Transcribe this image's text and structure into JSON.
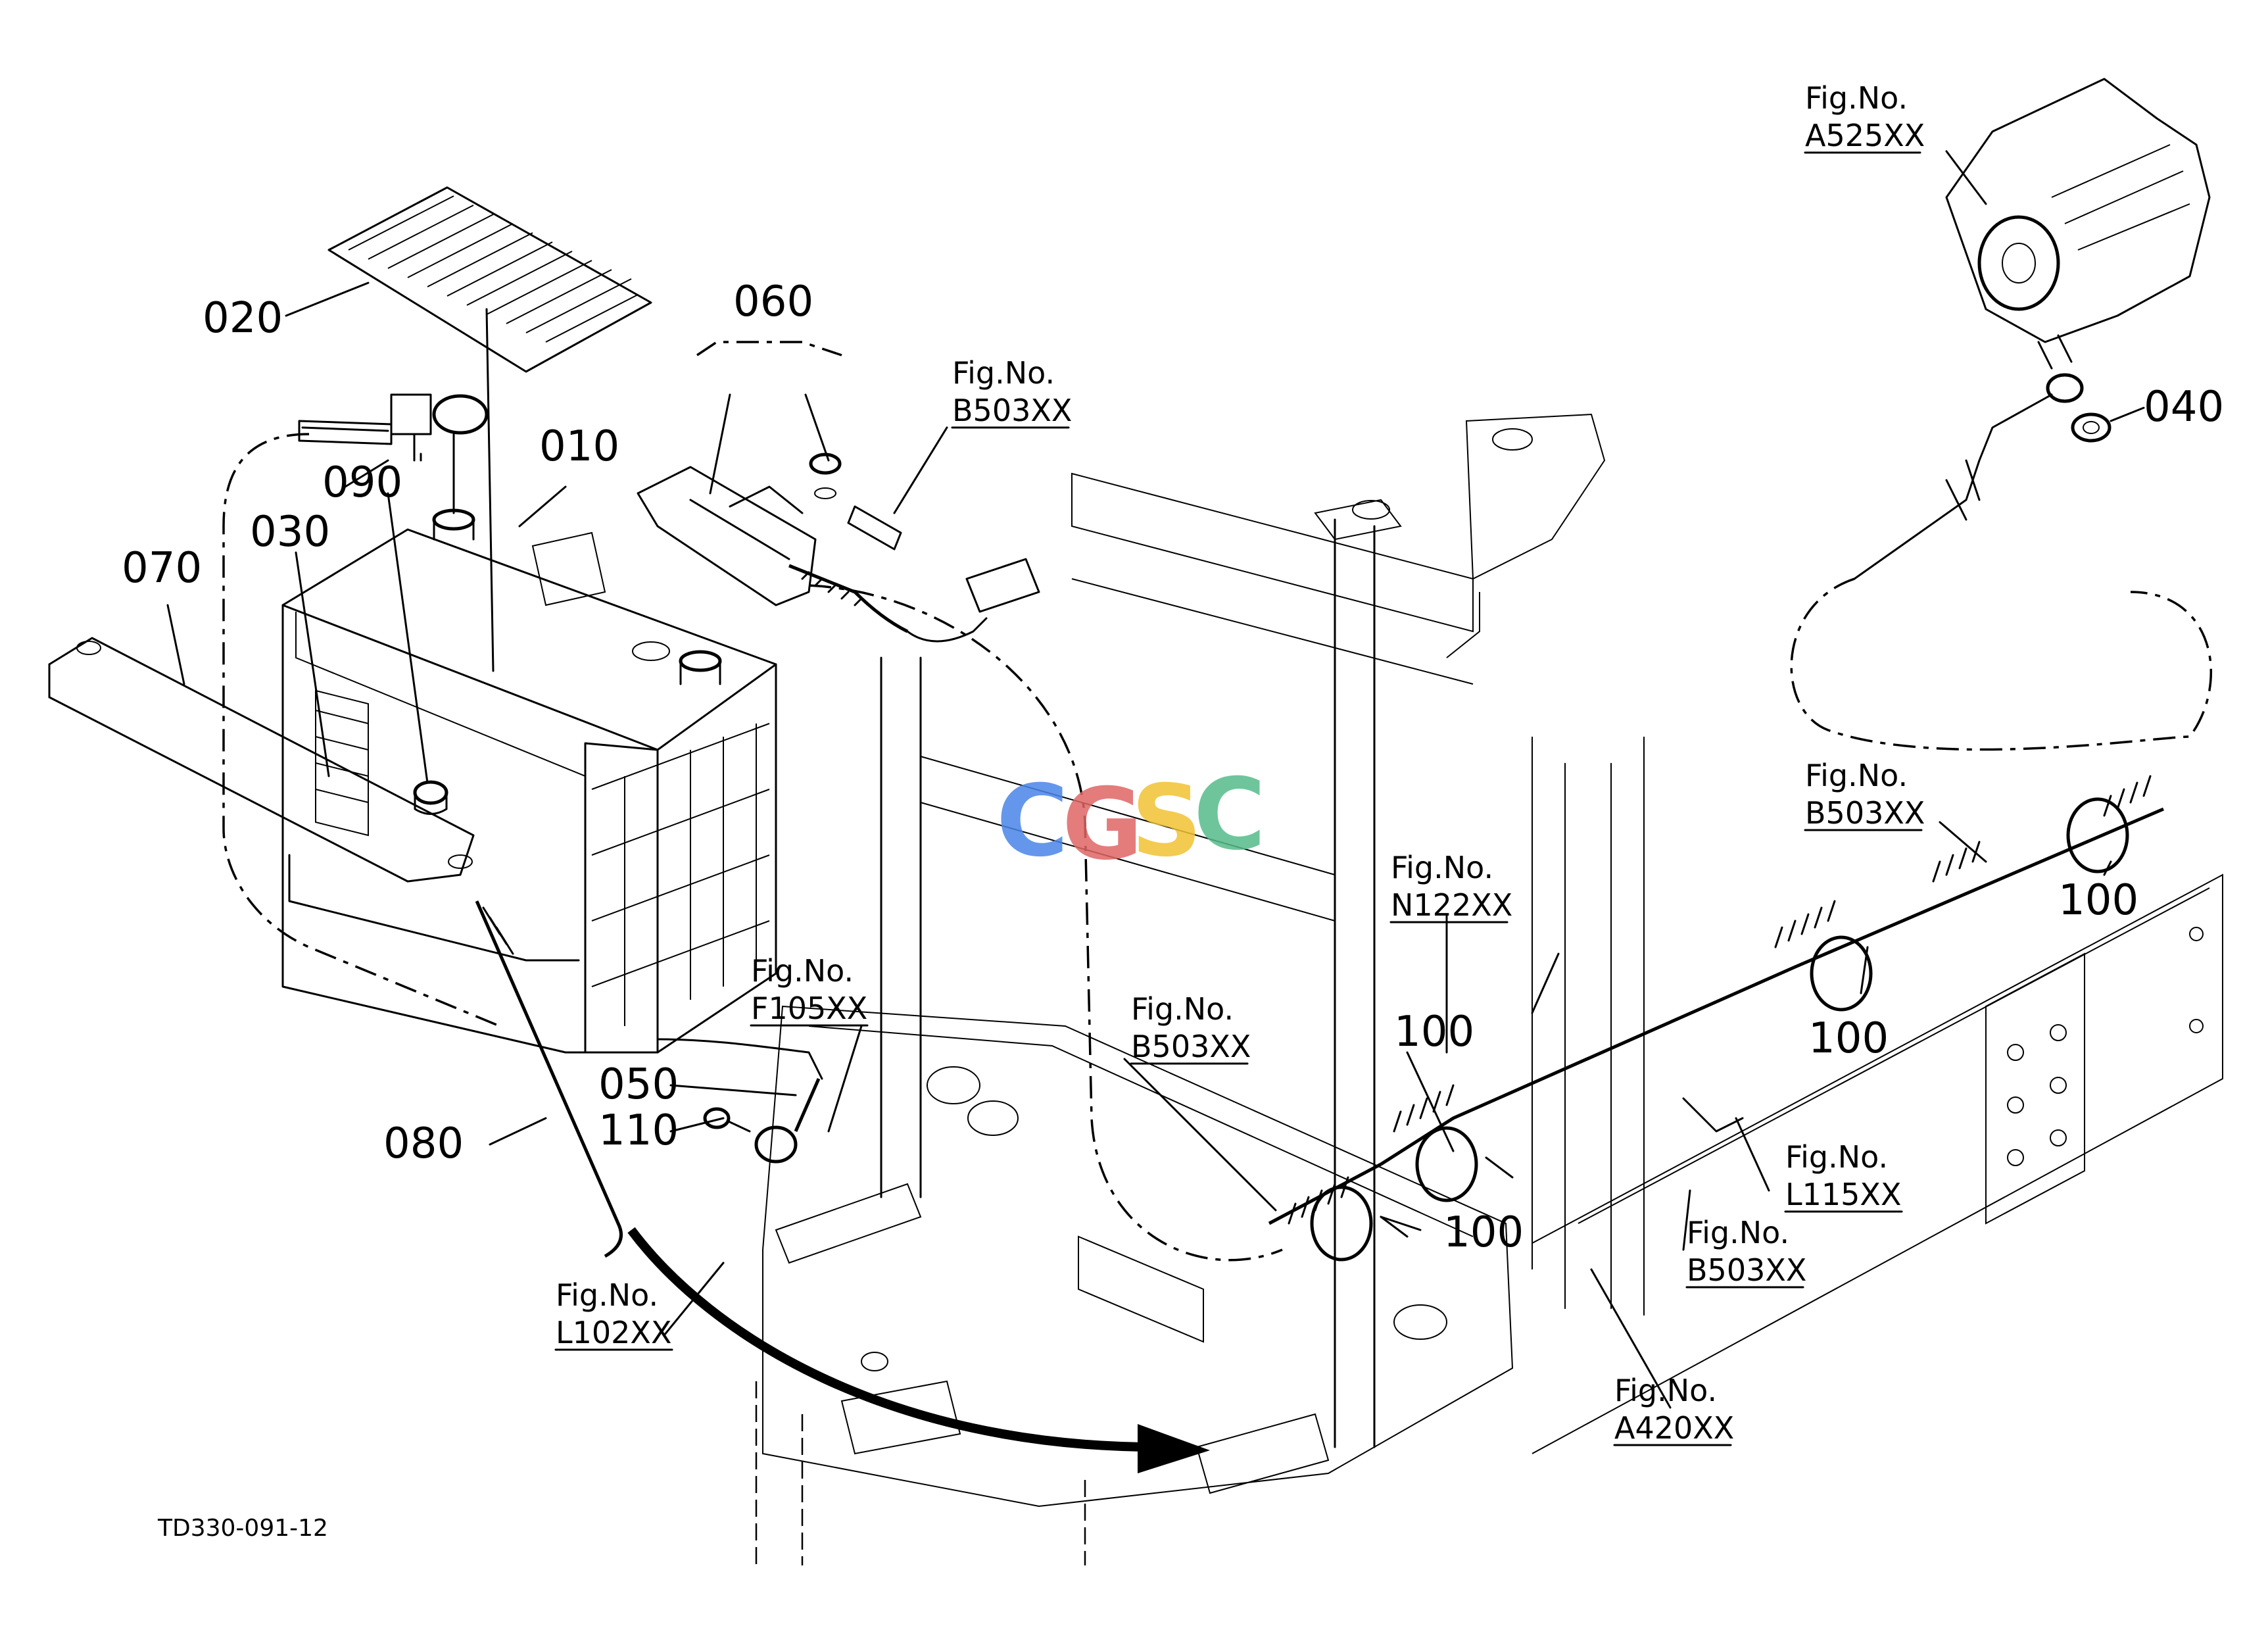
{
  "diagram": {
    "drawing_code": "TD330-091-12",
    "part_numbers": {
      "p010": "010",
      "p020": "020",
      "p030": "030",
      "p040": "040",
      "p050": "050",
      "p060": "060",
      "p070": "070",
      "p080": "080",
      "p090": "090",
      "p100a": "100",
      "p100b": "100",
      "p100c": "100",
      "p100d": "100",
      "p110": "110"
    },
    "fig_prefix": "Fig.No.",
    "fig_refs": {
      "a525": "A525XX",
      "b503_top": "B503XX",
      "b503_right": "B503XX",
      "n122": "N122XX",
      "b503_mid": "B503XX",
      "f105": "F105XX",
      "l115": "L115XX",
      "b503_low": "B503XX",
      "l102": "L102XX",
      "a420": "A420XX"
    },
    "watermark": {
      "letters": [
        "C",
        "G",
        "S",
        "C"
      ],
      "colors": [
        "#4a86e8",
        "#e06666",
        "#f1c232",
        "#57bb8a"
      ]
    }
  }
}
